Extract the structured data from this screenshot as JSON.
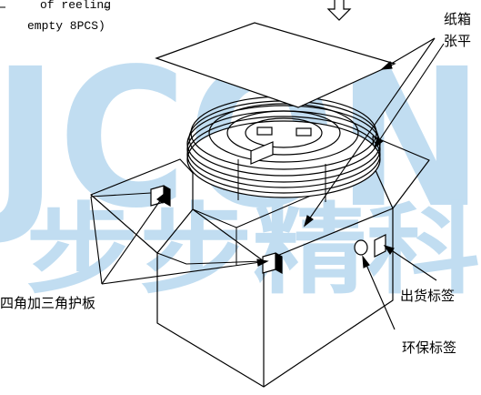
{
  "diagram": {
    "top_note": {
      "line1": "of reeling",
      "line2": "empty 8PCS)"
    },
    "labels": {
      "carton_sheet_line1": "纸箱",
      "carton_sheet_line2": "张平",
      "corner_protectors": "四角加三角护板",
      "shipping_label": "出货标签",
      "eco_label": "环保标签"
    },
    "watermark": {
      "top": "JCON",
      "bottom": "步步精科",
      "color": "#8fc3e6"
    }
  }
}
